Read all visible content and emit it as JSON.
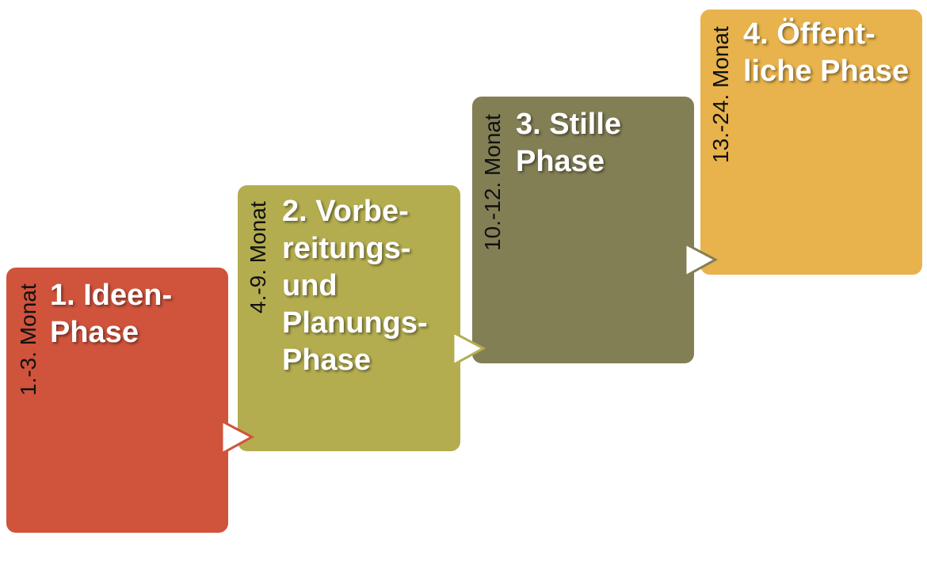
{
  "phases": [
    {
      "title": "1. Ideen-\nPhase",
      "duration": "1.-3. Monat",
      "color": "#d0533c"
    },
    {
      "title": "2. Vorbe-\nreitungs-\nund\nPlanungs-\nPhase",
      "duration": "4.-9. Monat",
      "color": "#b4ad50"
    },
    {
      "title": "3. Stille\nPhase",
      "duration": "10.-12. Monat",
      "color": "#837f55"
    },
    {
      "title": "4. Öffent-\nliche Phase",
      "duration": "13.-24. Monat",
      "color": "#e8b34c"
    }
  ]
}
